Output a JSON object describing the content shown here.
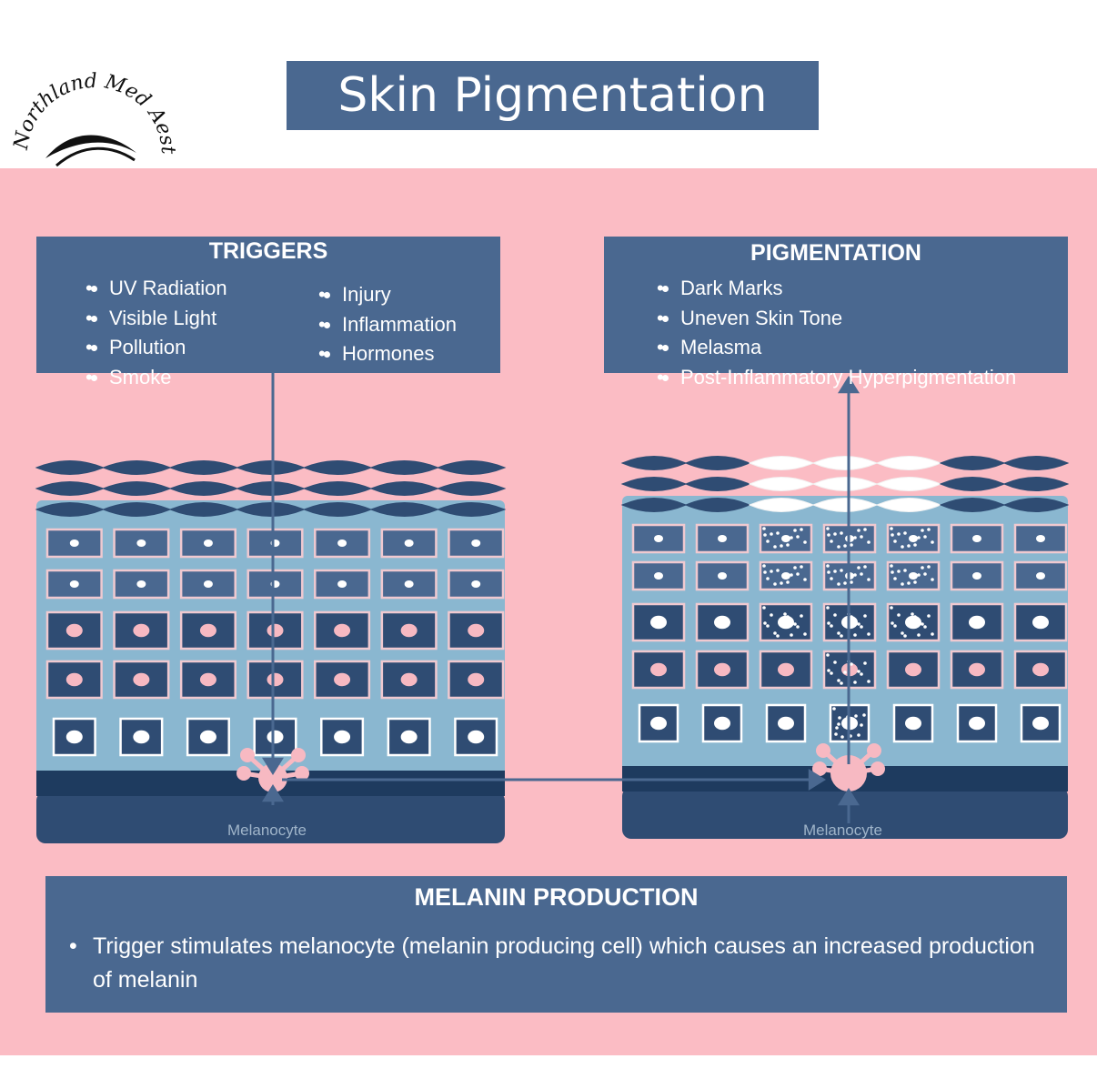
{
  "brand": {
    "name": "Northland Med Aesthetics"
  },
  "title": "Skin Pigmentation",
  "triggers": {
    "heading": "TRIGGERS",
    "col1": [
      "UV Radiation",
      "Visible Light",
      "Pollution",
      "Smoke"
    ],
    "col2": [
      "Injury",
      "Inflammation",
      "Hormones"
    ]
  },
  "pigmentation": {
    "heading": "PIGMENTATION",
    "items": [
      "Dark Marks",
      "Uneven Skin Tone",
      "Melasma",
      "Post-Inflammatory Hyperpigmentation"
    ]
  },
  "skin_left": {
    "cell_label": "Melanocyte"
  },
  "skin_right": {
    "cell_label": "Melanocyte"
  },
  "melanin_production": {
    "heading": "MELANIN PRODUCTION",
    "text": "Trigger stimulates melanocyte (melanin producing cell) which causes an increased production of melanin"
  },
  "colors": {
    "background": "#ffffff",
    "pink_panel": "#fbbcc4",
    "box_blue": "#4a6890",
    "navy": "#2f4c73",
    "skin_light_blue": "#8ab7d0",
    "basal_dark": "#1e3b5f",
    "melanocyte_pink": "#f7b9c2"
  }
}
